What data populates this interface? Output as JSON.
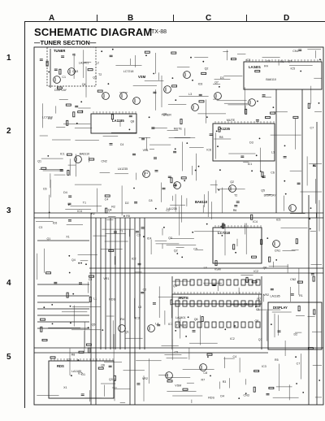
{
  "diagram": {
    "title": "SCHEMATIC DIAGRAM",
    "model": "TX-88",
    "subtitle": "—TUNER SECTION—",
    "columns": [
      "A",
      "B",
      "C",
      "D"
    ],
    "rows": [
      "1",
      "2",
      "3",
      "4",
      "5"
    ],
    "block_labels": [
      "TUNER",
      "LA1185",
      "LA3401",
      "LA1235",
      "LC7218",
      "MUTE",
      "RDS",
      "DISPLAY",
      "VSM",
      "BA6110"
    ],
    "parts_labels": [
      "Q1",
      "Q2",
      "Q3",
      "Q4",
      "Q5",
      "Q6",
      "Q7",
      "Q8",
      "IC1",
      "IC2",
      "IC3",
      "IC4",
      "IC5",
      "IC6",
      "C1",
      "C2",
      "C3",
      "C4",
      "C5",
      "C6",
      "C7",
      "C8",
      "R1",
      "R2",
      "R3",
      "R4",
      "R5",
      "R6",
      "R7",
      "R8",
      "L1",
      "L2",
      "L3",
      "L4",
      "D1",
      "D2",
      "D3",
      "D4",
      "T1",
      "T2",
      "VR1",
      "VR2",
      "X1",
      "CN1",
      "CN2",
      "CN3"
    ]
  }
}
